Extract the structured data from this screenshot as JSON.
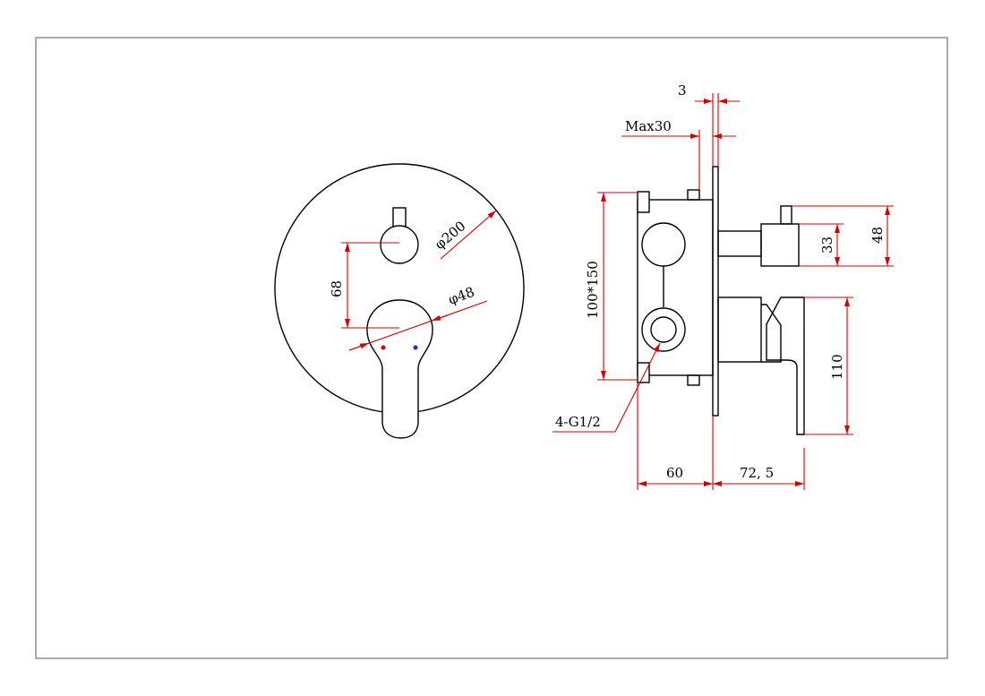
{
  "colors": {
    "object": "#000000",
    "dimension": "#d40000",
    "hot_dot": "#e00000",
    "cold_dot": "#1030d0",
    "frame": "#555555"
  },
  "dimensions": {
    "plate_diameter": "φ200",
    "handle_diameter": "φ48",
    "knob_spacing": "68",
    "body_height": "100*150",
    "thread": "4-G1/2",
    "plate_thickness": "3",
    "max_depth": "Max30",
    "box_depth": "60",
    "handle_projection": "72, 5",
    "knob_height_outer": "48",
    "knob_height_inner": "33",
    "handle_height": "110"
  }
}
